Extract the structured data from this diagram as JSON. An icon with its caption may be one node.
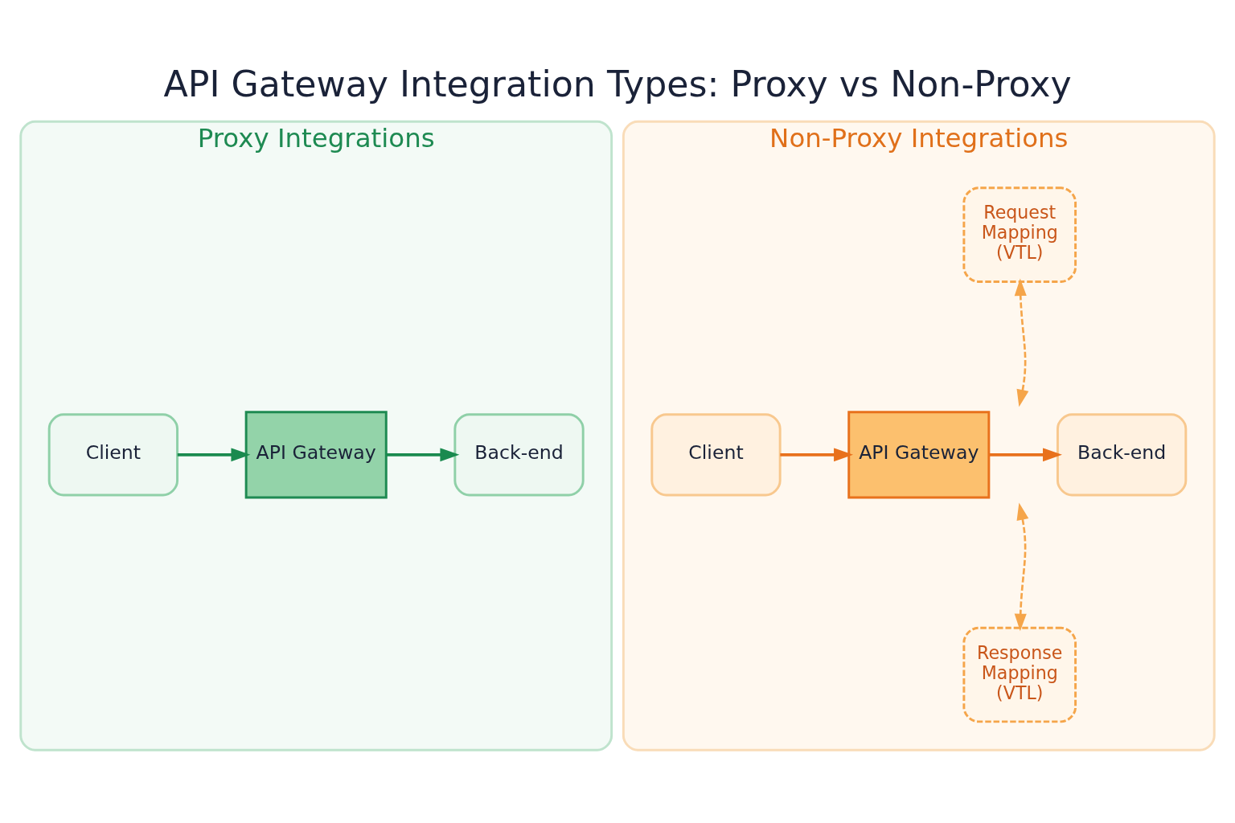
{
  "diagram": {
    "title": "API Gateway Integration Types: Proxy vs Non-Proxy",
    "nodes": [
      {
        "text": [
          "Proxy Integrations"
        ]
      },
      {
        "text": [
          "Client"
        ],
        "in": 0
      },
      {
        "text": [
          "API Gateway"
        ],
        "in": 0
      },
      {
        "text": [
          "Back-end"
        ],
        "in": 0
      },
      {
        "text": [
          "Non-Proxy Integrations"
        ]
      },
      {
        "text": [
          "Client"
        ],
        "in": 4
      },
      {
        "text": [
          "API Gateway"
        ],
        "in": 4
      },
      {
        "text": [
          "Request Mapping (VTL)"
        ],
        "in": 4
      },
      {
        "text": [
          "Response Mapping (VTL)"
        ],
        "in": 4
      },
      {
        "text": [
          "Back-end"
        ],
        "in": 4
      }
    ],
    "edges": [
      {
        "from": 1,
        "to": 2,
        "arrow": "to",
        "color": "#1a8a4f"
      },
      {
        "from": 2,
        "to": 3,
        "arrow": "to",
        "color": "#1a8a4f"
      },
      {
        "from": 5,
        "to": 6,
        "arrow": "to",
        "color": "#e8711c"
      },
      {
        "from": 6,
        "to": 9,
        "arrow": "to",
        "color": "#e8711c"
      },
      {
        "from": null,
        "to": 7,
        "arrow": "both",
        "style": "dashed",
        "color": "#f5a54a"
      },
      {
        "from": null,
        "to": 8,
        "arrow": "both",
        "style": "dashed",
        "color": "#f5a54a"
      }
    ]
  }
}
